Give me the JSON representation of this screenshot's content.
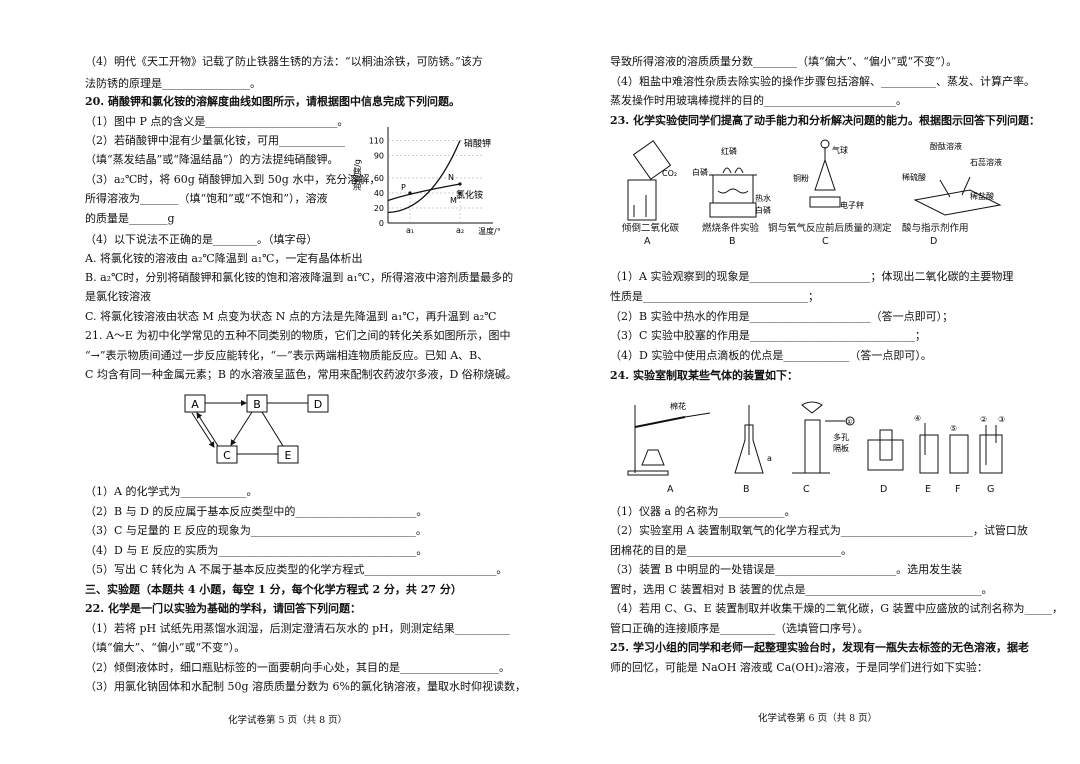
{
  "left": {
    "lines": [
      "（4）明代《天工开物》记载了防止铁器生锈的方法：“以桐油涂铁，可防锈。”该方",
      "法防锈的原理是________________。",
      "20. 硝酸钾和氯化铵的溶解度曲线如图所示，请根据图中信息完成下列问题。",
      "（1）图中 P 点的含义是________________________。",
      "（2）若硝酸钾中混有少量氯化铵，可用____________",
      "（填“蒸发结晶”或“降温结晶”）的方法提纯硝酸钾。",
      "（3）a₂℃时，将 60g 硝酸钾加入到 50g 水中，充分溶解，",
      "所得溶液为_______（填“饱和”或“不饱和”），溶液",
      "的质量是_______g",
      "（4）以下说法不正确的是________。（填字母）",
      "A. 将氯化铵的溶液由 a₂℃降温到 a₁℃，一定有晶体析出",
      "B. a₂℃时，分别将硝酸钾和氯化铵的饱和溶液降温到 a₁℃，所得溶液中溶剂质量最多的",
      "是氯化铵溶液",
      "C. 将氯化铵溶液由状态 M 点变为状态 N 点的方法是先降温到 a₁℃，再升温到 a₂℃",
      "21. A～E 为初中化学常见的五种不同类别的物质，它们之间的转化关系如图所示，图中",
      "“→”表示物质间通过一步反应能转化，“—”表示两端相连物质能反应。已知 A、B、",
      "C 均含有同一种金属元素；B 的水溶液呈蓝色，常用来配制农药波尔多液，D 俗称烧碱。",
      "（1）A 的化学式为____________。",
      "（2）B 与 D 的反应属于基本反应类型中的______________________。",
      "（3）C 与足量的 E 反应的现象为______________________________。",
      "（4）D 与 E 反应的实质为____________________________________。",
      "（5）写出 C 转化为 A 不属于基本反应类型的化学方程式________________________。",
      "三、实验题（本题共 4 小题，每空 1 分，每个化学方程式 2 分，共 27 分）",
      "22. 化学是一门以实验为基础的学科，请回答下列问题：",
      "（1）若将 pH 试纸先用蒸馏水润湿，后测定澄清石灰水的 pH，则测定结果__________",
      "（填“偏大”、“偏小”或“不变”）。",
      "（2）倾倒液体时，细口瓶贴标签的一面要朝向手心处，其目的是__________________。",
      "（3）用氯化钠固体和水配制 50g 溶质质量分数为 6%的氯化钠溶液，量取水时仰视读数，"
    ],
    "footer": "化学试卷第 5 页（共 8 页）"
  },
  "chart": {
    "yaxis_label": "溶解度/g",
    "xaxis_label": "温度/℃",
    "series_labels": [
      "硝酸钾",
      "氯化铵"
    ],
    "y_ticks": [
      "110",
      "90",
      "60",
      "40",
      "20",
      "0"
    ],
    "x_ticks": [
      "a₁",
      "a₂"
    ],
    "points": [
      "P",
      "M",
      "N"
    ]
  },
  "chart_data": {
    "type": "line",
    "xlabel": "温度/℃",
    "ylabel": "溶解度/g",
    "x": [
      "0",
      "a₁",
      "a₂"
    ],
    "ylim": [
      0,
      120
    ],
    "y_ticks": [
      0,
      20,
      40,
      60,
      90,
      110
    ],
    "series": [
      {
        "name": "硝酸钾",
        "values": [
          14,
          40,
          110
        ]
      },
      {
        "name": "氯化铵",
        "values": [
          30,
          40,
          52
        ]
      }
    ],
    "annotations": [
      "P",
      "M",
      "N"
    ]
  },
  "flow": {
    "nodes": [
      "A",
      "B",
      "D",
      "C",
      "E"
    ]
  },
  "right": {
    "lines": [
      "导致所得溶液的溶质质量分数________（填“偏大”、“偏小”或“不变”）。",
      "（4）粗盐中难溶性杂质去除实验的操作步骤包括溶解、__________、蒸发、计算产率。",
      "蒸发操作时用玻璃棒搅拌的目的________________________。",
      "23. 化学实验使同学们提高了动手能力和分析解决问题的能力。根据图示回答下列问题：",
      "（1）A 实验观察到的现象是______________________；体现出二氧化碳的主要物理",
      "性质是______________________________；",
      "（2）B 实验中热水的作用是______________________（答一点即可）；",
      "（3）C 实验中胶塞的作用是______________________________；",
      "（4）D 实验中使用点滴板的优点是____________（答一点即可）。",
      "24. 实验室制取某些气体的装置如下：",
      "（1）仪器 a 的名称为____________。",
      "（2）实验室用 A 装置制取氧气的化学方程式为________________________，试管口放",
      "团棉花的目的是____________________________。",
      "（3）装置 B 中明显的一处错误是______________________。选用发生装",
      "置时，选用 C 装置相对 B 装置的优点是________________________________。",
      "（4）若用 C、G、E 装置制取并收集干燥的二氧化碳，G 装置中应盛放的试剂名称为_____，",
      "管口正确的连接顺序是__________（选填管口序号）。",
      "25. 学习小组的同学和老师一起整理实验台时，发现有一瓶失去标签的无色溶液，据老",
      "师的回忆，可能是 NaOH 溶液或 Ca(OH)₂溶液，于是同学们进行如下实验："
    ],
    "exp_captions": [
      "倾倒二氧化碳",
      "燃烧条件实验",
      "铜与氧气反应前后质量的测定",
      "酸与指示剂作用"
    ],
    "exp_letters": [
      "A",
      "B",
      "C",
      "D"
    ],
    "exp_labels": [
      "CO₂",
      "红磷",
      "白磷",
      "热水",
      "白磷",
      "铜粉",
      "气球",
      "电子秤",
      "酚酞溶液",
      "石蕊溶液",
      "稀硫酸",
      "稀盐酸"
    ],
    "app_letters": [
      "A",
      "B",
      "C",
      "D",
      "E",
      "F",
      "G"
    ],
    "app_labels": [
      "棉花",
      "a",
      "多孔",
      "隔板",
      "①",
      "②",
      "③",
      "④",
      "⑤"
    ],
    "footer": "化学试卷第 6 页（共 8 页）"
  }
}
